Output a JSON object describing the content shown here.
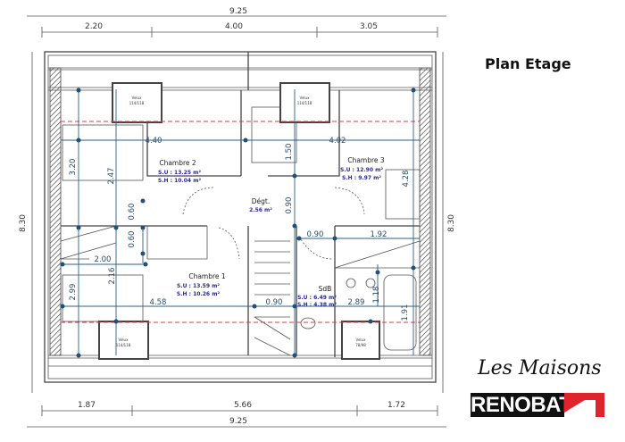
{
  "title": "Plan Etage",
  "logo": {
    "script": "Les Maisons",
    "brand": "RENOBAT",
    "colors": {
      "bar": "#111111",
      "roof": "#e0242c"
    }
  },
  "overall": {
    "top_total": "9.25",
    "bottom_total": "9.25",
    "left_total": "8.30",
    "right_total": "8.30"
  },
  "top_segments": [
    "2.20",
    "4.00",
    "3.05"
  ],
  "bottom_segments": [
    "1.87",
    "5.66",
    "1.72"
  ],
  "rooms": [
    {
      "name": "Chambre 2",
      "su": "S.U : 13.25 m²",
      "sh": "S.H : 10.04 m²"
    },
    {
      "name": "Chambre 3",
      "su": "S.U : 12.90 m²",
      "sh": "S.H :  9.97 m²"
    },
    {
      "name": "Dégt.",
      "area": "2.56 m²"
    },
    {
      "name": "Chambre 1",
      "su": "S.U : 13.59 m²",
      "sh": "S.H : 10.26 m²"
    },
    {
      "name": "SdB",
      "su": "S.U : 6.49 m²",
      "sh": "S.H : 4.38 m²"
    }
  ],
  "velux": [
    {
      "label": "Velux",
      "size": "114/118"
    },
    {
      "label": "Velux",
      "size": "114/118"
    },
    {
      "label": "Velux",
      "size": "114/118"
    },
    {
      "label": "Velux",
      "size": "78/98"
    }
  ],
  "inner_dims": [
    "4.40",
    "4.02",
    "3.20",
    "2.47",
    "1.50",
    "4.28",
    "0.60",
    "0.60",
    "0.90",
    "0.90",
    "1.92",
    "2.00",
    "2.16",
    "2.99",
    "4.58",
    "0.90",
    "2.89",
    "1.18",
    "1.91"
  ],
  "colors": {
    "dimension_line": "#2b5f8a",
    "ceiling_line": "#d04040",
    "area_text": "#2a2a9a"
  }
}
